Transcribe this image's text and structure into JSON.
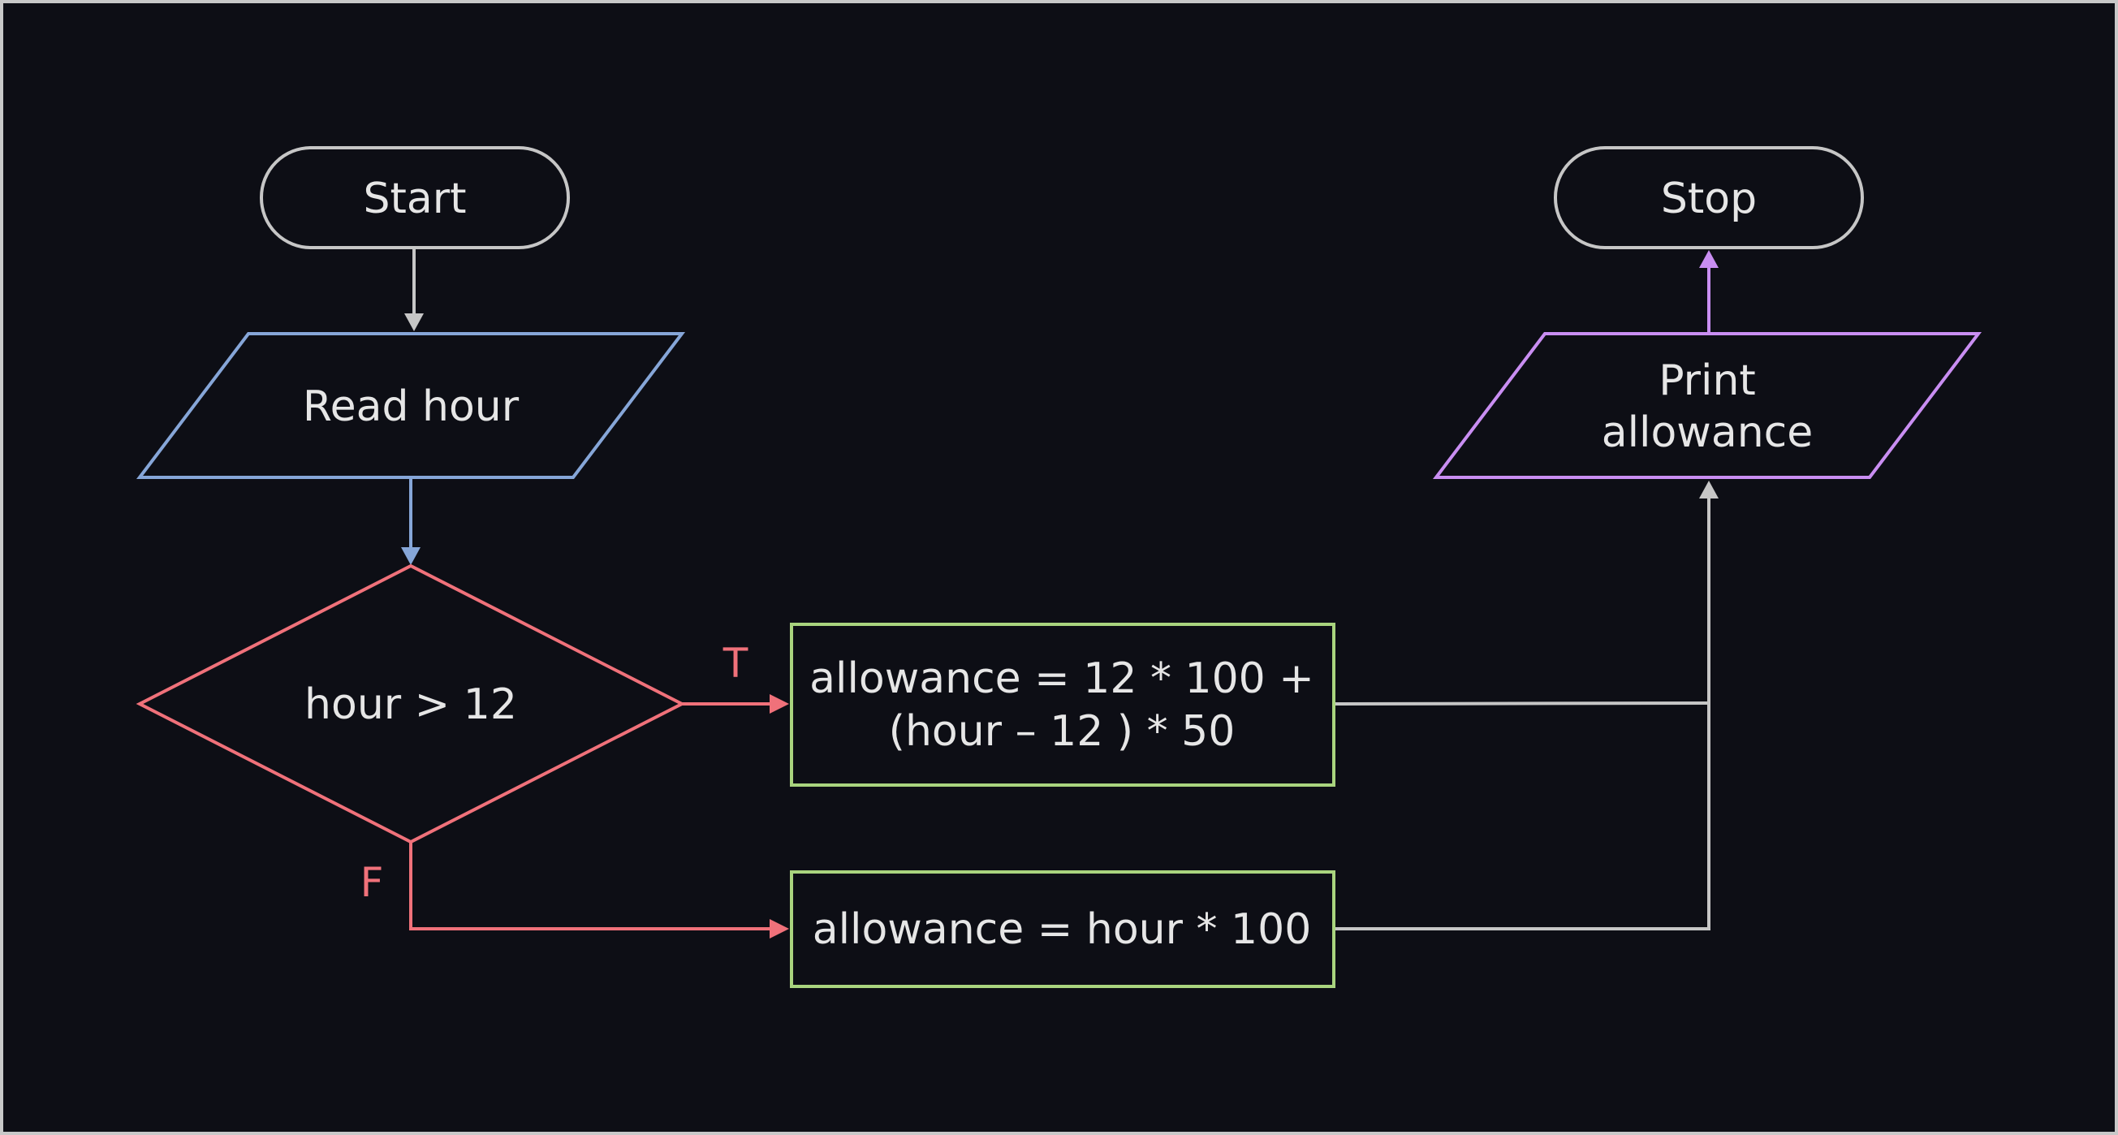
{
  "colors": {
    "background": "#0d0e15",
    "frame": "#c8c8c8",
    "neutral": "#c6c6c6",
    "io_blue": "#86a6d8",
    "decision_red": "#f0717a",
    "process_green": "#a9d47e",
    "output_purple": "#c98ef2",
    "text": "#e6e6e6"
  },
  "nodes": {
    "start": {
      "text": "Start",
      "shape": "terminator"
    },
    "read": {
      "text": "Read hour",
      "shape": "input-output"
    },
    "decision": {
      "text": "hour > 12",
      "shape": "decision"
    },
    "process_true": {
      "line1": "allowance = 12 * 100 +",
      "line2": "(hour – 12 ) * 50",
      "shape": "process"
    },
    "process_false": {
      "text": "allowance = hour * 100",
      "shape": "process"
    },
    "print": {
      "line1": "Print",
      "line2": "allowance",
      "shape": "input-output"
    },
    "stop": {
      "text": "Stop",
      "shape": "terminator"
    }
  },
  "edges": {
    "true_label": "T",
    "false_label": "F"
  }
}
